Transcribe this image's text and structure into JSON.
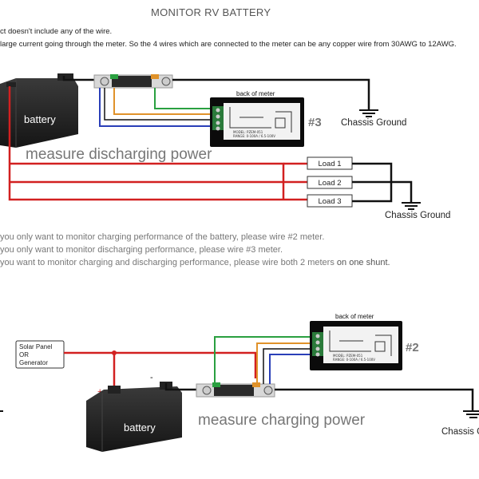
{
  "title": "MONITOR RV BATTERY",
  "notes": {
    "line1": "ct doesn't include any of the wire.",
    "line2": "large current going through the meter. So the 4 wires which are connected to the meter can be any copper wire from 30AWG to 12AWG."
  },
  "top_diagram": {
    "battery_label": "battery",
    "meter_header": "back of meter",
    "meter_id": "#3",
    "caption": "measure discharging power",
    "ground_label": "Chassis Ground",
    "loads": [
      "Load 1",
      "Load 2",
      "Load 3"
    ],
    "load_ground_label": "Chassis Ground"
  },
  "tips": {
    "tip1": "you only want to monitor charging performance of the battery, please wire #2 meter.",
    "tip2": "you only want to monitor discharging performance, please wire #3 meter.",
    "tip3_prefix": "you want to monitor charging and discharging performance, please wire both 2 meters",
    "tip3_emph": "on one shunt."
  },
  "bottom_diagram": {
    "source_line1": "Solar Panel",
    "source_line2": "OR",
    "source_line3": "Generator",
    "battery_label": "battery",
    "meter_header": "back of meter",
    "meter_id": "#2",
    "caption": "measure charging power",
    "ground_label": "Chassis G"
  },
  "colors": {
    "red": "#d22020",
    "blue": "#2a3fb8",
    "orange": "#e0922a",
    "green": "#2aa040",
    "black": "#111111"
  }
}
